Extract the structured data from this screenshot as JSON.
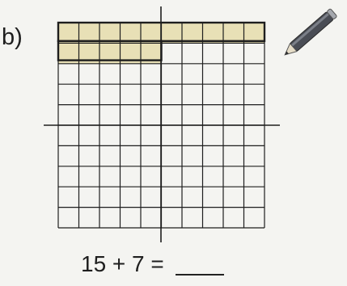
{
  "exercise": {
    "part_label": "b)",
    "equation": "15 + 7 ="
  },
  "hundred_grid": {
    "rows": 10,
    "columns": 10,
    "shaded_cells": 15,
    "shade_color": "#e8e0b6"
  },
  "icons": {
    "pencil": "pencil-icon"
  }
}
